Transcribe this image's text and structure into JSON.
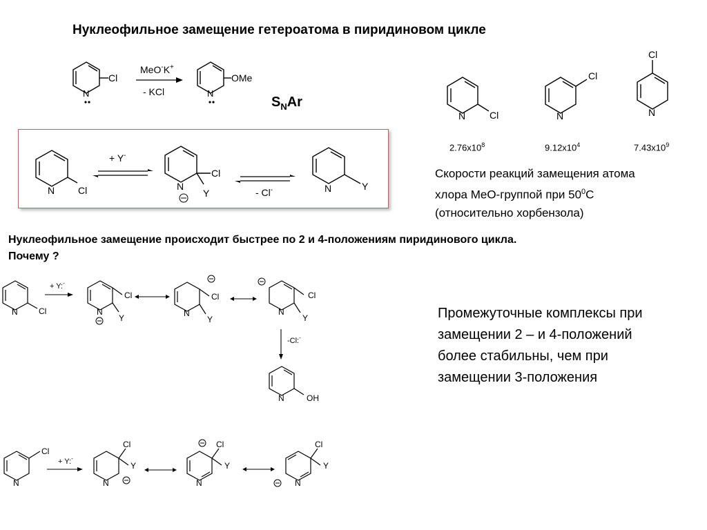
{
  "title": "Нуклеофильное замещение гетероатома в пиридиновом цикле",
  "top_reaction": {
    "reagent": "MeO",
    "reagent_sup1": "-",
    "reagent_k": "K",
    "reagent_sup2": "+",
    "byproduct": "- KCl",
    "sub_start": "Cl",
    "sub_end": "OMe",
    "n": "N"
  },
  "snar": {
    "s": "S",
    "sub": "N",
    "ar": "Ar"
  },
  "box_reaction": {
    "plus": "+ Y",
    "plus_sup": "-",
    "minus": "- Cl",
    "minus_sup": "-",
    "cl": "Cl",
    "y": "Y",
    "n": "N",
    "minus_sign": "−"
  },
  "rates": {
    "cl": "Cl",
    "n": "N",
    "items": [
      {
        "mant": "2.76x10",
        "exp": "8"
      },
      {
        "mant": "9.12x10",
        "exp": "4"
      },
      {
        "mant": "7.43x10",
        "exp": "9"
      }
    ]
  },
  "rates_caption": {
    "line1": "Скорости реакций  замещения атома",
    "line2a": "хлора MeO-группой при 50",
    "line2sup": "0",
    "line2b": "С",
    "line3": "(относительно хорбензола)"
  },
  "question": {
    "line1": "Нуклеофильное замещение происходит быстрее по 2 и 4-положениям пиридинового цикла.",
    "line2": "Почему ?"
  },
  "mech": {
    "plus_y": "+ Y:",
    "plus_y_sup": "-",
    "minus_cl": "-Cl:",
    "minus_cl_sup": "-",
    "cl": "Cl",
    "y": "Y",
    "n": "N",
    "oh": "OH",
    "minus_sign": "−"
  },
  "explanation": {
    "line1": "Промежуточные комплексы при",
    "line2": "замещении 2 – и 4-положений",
    "line3": "более стабильны, чем при",
    "line4": "замещении 3-положения"
  }
}
